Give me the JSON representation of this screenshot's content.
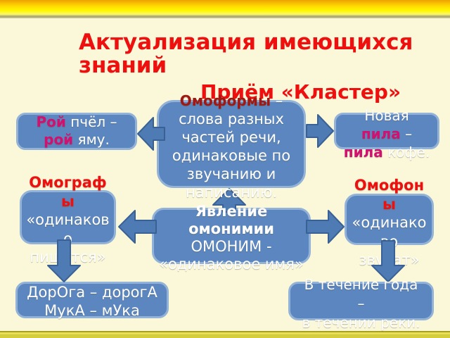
{
  "slide": {
    "title_line1": "Актуализация имеющихся",
    "title_line2": "знаний",
    "subtitle": "Приём «Кластер»"
  },
  "cluster": {
    "omoforms": {
      "heading": "Омоформы",
      "heading_dash": " –",
      "line1": "слова разных",
      "line2": "частей речи,",
      "line3": "одинаковые по",
      "line4": "звучанию и",
      "line5": "написанию."
    },
    "roy": {
      "w1": "Рой",
      "t1": " пчёл –",
      "w2": "рой",
      "t2": " яму."
    },
    "pila": {
      "l1": "Новая",
      "w2": "пила",
      "t2": " –",
      "w3": "пила",
      "t3": " кофе."
    },
    "omographs": {
      "h1": "Омограф",
      "h2": "ы",
      "b1": "«одинаков",
      "b2": "о",
      "b3": "пишутся»"
    },
    "omophones": {
      "h1": "Омофон",
      "h2": "ы",
      "b1": "«одинако",
      "b2": "во",
      "b3": "звучат»"
    },
    "center": {
      "l1": "Явление",
      "l2": "омонимии",
      "l3": "ОМОНИМ -",
      "l4": "«одинаковое имя»"
    },
    "doroga": {
      "l1": "ДорОга – дорогА",
      "l2": "МукА – мУка"
    },
    "techenie": {
      "l1": "В течение года",
      "l2": "–",
      "l3": "в течении реки."
    }
  },
  "colors": {
    "background_cream": "#fbf8da",
    "box_fill": "#5b86bf",
    "box_border": "#93b2d7",
    "arrow_fill": "#4e7bb4",
    "arrow_stroke": "#3a6195",
    "title_red": "#ee0f0f",
    "dark_red": "#a11712",
    "magenta": "#d1106f",
    "top_bar_yellow": "#ffd503",
    "bottom_bar_yellow": "#d5cd3e"
  }
}
